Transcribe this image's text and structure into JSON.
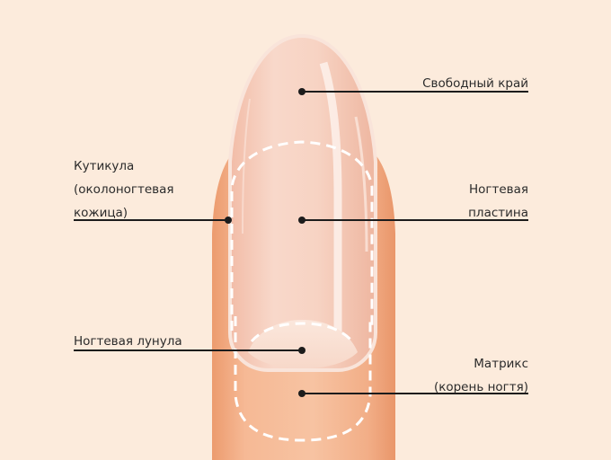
{
  "colors": {
    "background": "#fcebdc",
    "finger": "#f4b48d",
    "nail": "#f6d2c3",
    "leader": "#1c1c1c",
    "dashed": "#ffffff"
  },
  "labels": {
    "free_edge": {
      "line1": "Свободный край"
    },
    "cuticle": {
      "line1": "Кутикула",
      "line2": "(околоногтевая",
      "line3": "кожица)"
    },
    "nail_plate": {
      "line1": "Ногтевая",
      "line2": "пластина"
    },
    "lunula": {
      "line1": "Ногтевая лунула"
    },
    "matrix": {
      "line1": "Матрикс",
      "line2": "(корень ногтя)"
    }
  }
}
